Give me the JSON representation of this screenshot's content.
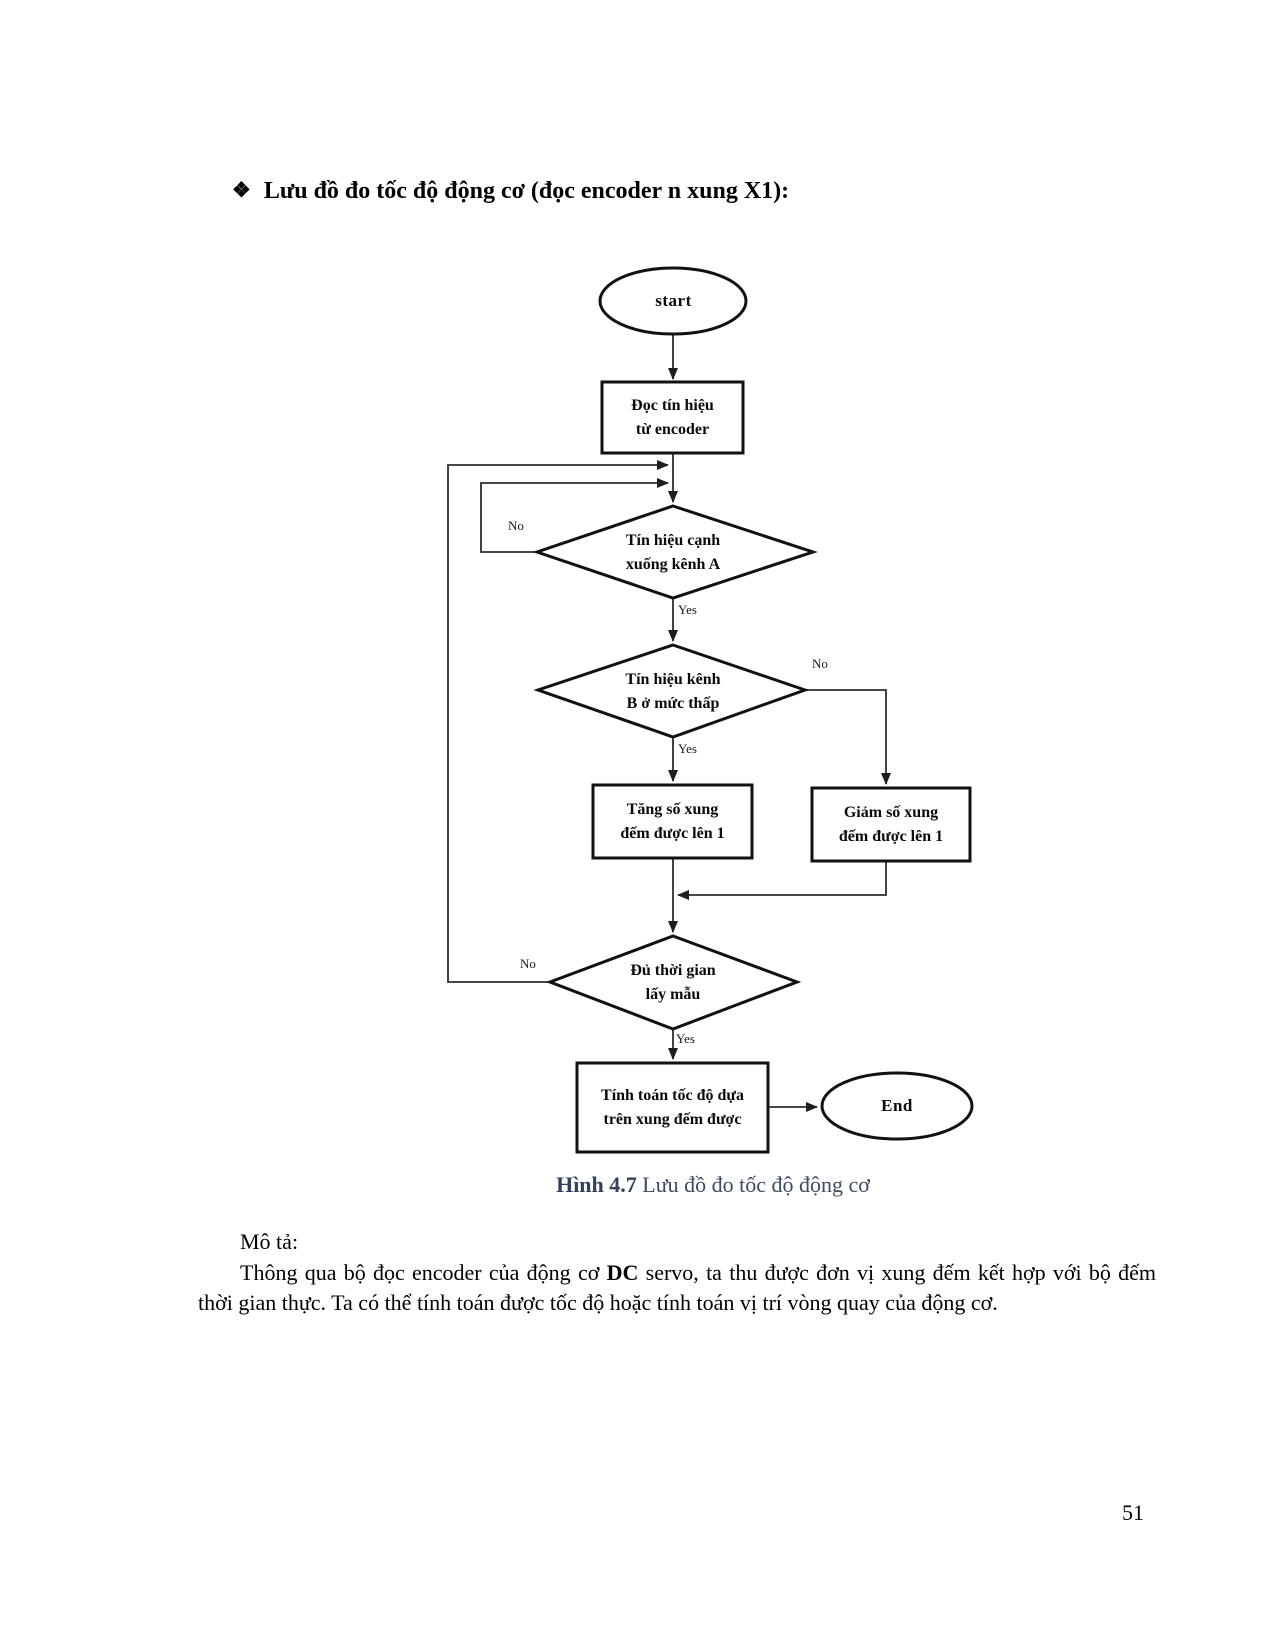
{
  "heading": {
    "bullet": "❖",
    "text": "Lưu đồ đo tốc độ động cơ (đọc encoder n xung X1):"
  },
  "flowchart": {
    "nodes": {
      "start": "start",
      "read_encoder": "Đọc tín hiệu\ntừ encoder",
      "edge_detect": "Tín hiệu cạnh\nxuống kênh A",
      "channel_b_low": "Tín hiệu kênh\nB ở mức thấp",
      "increase_count": "Tăng số xung\nđếm được lên 1",
      "decrease_count": "Giảm số xung\nđếm được lên 1",
      "sampling_time": "Đủ thời gian\nlấy mẫu",
      "compute_speed": "Tính toán tốc độ dựa\ntrên xung đếm được",
      "end": "End"
    },
    "edge_labels": {
      "no_edge_a": "No",
      "yes_edge_a": "Yes",
      "no_channel_b": "No",
      "yes_channel_b": "Yes",
      "no_sampling": "No",
      "yes_sampling": "Yes"
    }
  },
  "caption": {
    "label": "Hình 4.7",
    "text": " Lưu đồ đo tốc độ động cơ"
  },
  "description": {
    "intro": "Mô tả:",
    "body_before": "Thông qua bộ đọc encoder của động cơ ",
    "body_bold": "DC",
    "body_after": " servo, ta thu được đơn vị xung đếm kết hợp với bộ đếm thời gian thực. Ta có thể tính toán được tốc độ hoặc tính toán vị trí vòng quay của động cơ."
  },
  "page": {
    "number": "51"
  }
}
